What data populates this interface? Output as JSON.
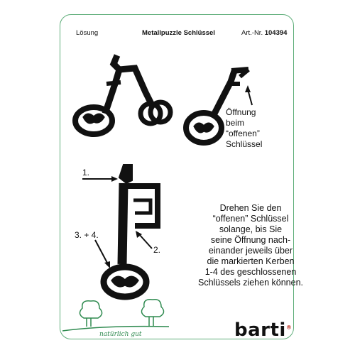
{
  "header": {
    "left": "Lösung",
    "title": "Metallpuzzle Schlüssel",
    "art_prefix": "Art.-Nr.",
    "art_number": "104394"
  },
  "labels": {
    "open_key": [
      "Öffnung",
      "beim",
      "“offenen”",
      "Schlüssel"
    ],
    "mark_1": "1.",
    "mark_2": "2.",
    "mark_34": "3. + 4."
  },
  "instructions": [
    "Drehen Sie den",
    "“offenen” Schlüssel",
    "solange, bis Sie",
    "seine Öffnung nach-",
    "einander jeweils über",
    "die markierten Kerben",
    "1-4 des geschlossenen",
    "Schlüssels ziehen können."
  ],
  "footer": {
    "tagline": "natürlich gut",
    "logo": "barti"
  },
  "colors": {
    "border": "#5fae7a",
    "ink": "#111111",
    "accent": "#c0392b"
  }
}
